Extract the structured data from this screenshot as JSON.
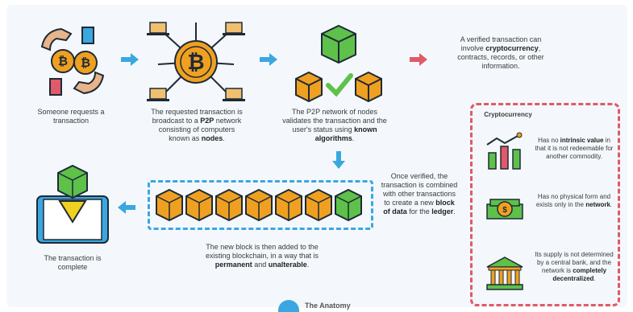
{
  "steps": {
    "step1": "Someone requests a transaction",
    "step2": [
      "The requested transaction is broadcast to a ",
      "P2P",
      " network consisting of computers known as ",
      "nodes",
      "."
    ],
    "step3": [
      "The P2P network of nodes validates the transaction and the user's status using ",
      "known algorithms",
      "."
    ],
    "step_top_right": [
      "A verified transaction can involve ",
      "cryptocurrency",
      ", contracts, records, or other information."
    ],
    "step_combined": [
      "Once verified, the transaction is combined with other transactions to create a new ",
      "block of data",
      " for the ",
      "ledger",
      "."
    ],
    "step_added": [
      "The new block is then added to the existing blockchain, in a way that is ",
      "permanent",
      " and ",
      "unalterable",
      "."
    ],
    "step_complete": "The transaction is complete"
  },
  "crypto": {
    "title": "Cryptocurrency",
    "items": [
      [
        "Has no ",
        "intrinsic value",
        " in that it is not redeemable for another commodity."
      ],
      [
        "Has no physical form and exists only in the ",
        "network",
        "."
      ],
      [
        "Its supply is not determined by a central bank, and the network is ",
        "completely decentralized",
        "."
      ]
    ]
  },
  "bottom_label": "The Anatomy",
  "colors": {
    "blue_arrow": "#3aa7e0",
    "red_arrow": "#e05a6a",
    "orange": "#f0a020",
    "green": "#5ec14a",
    "dark": "#1e2a36"
  }
}
